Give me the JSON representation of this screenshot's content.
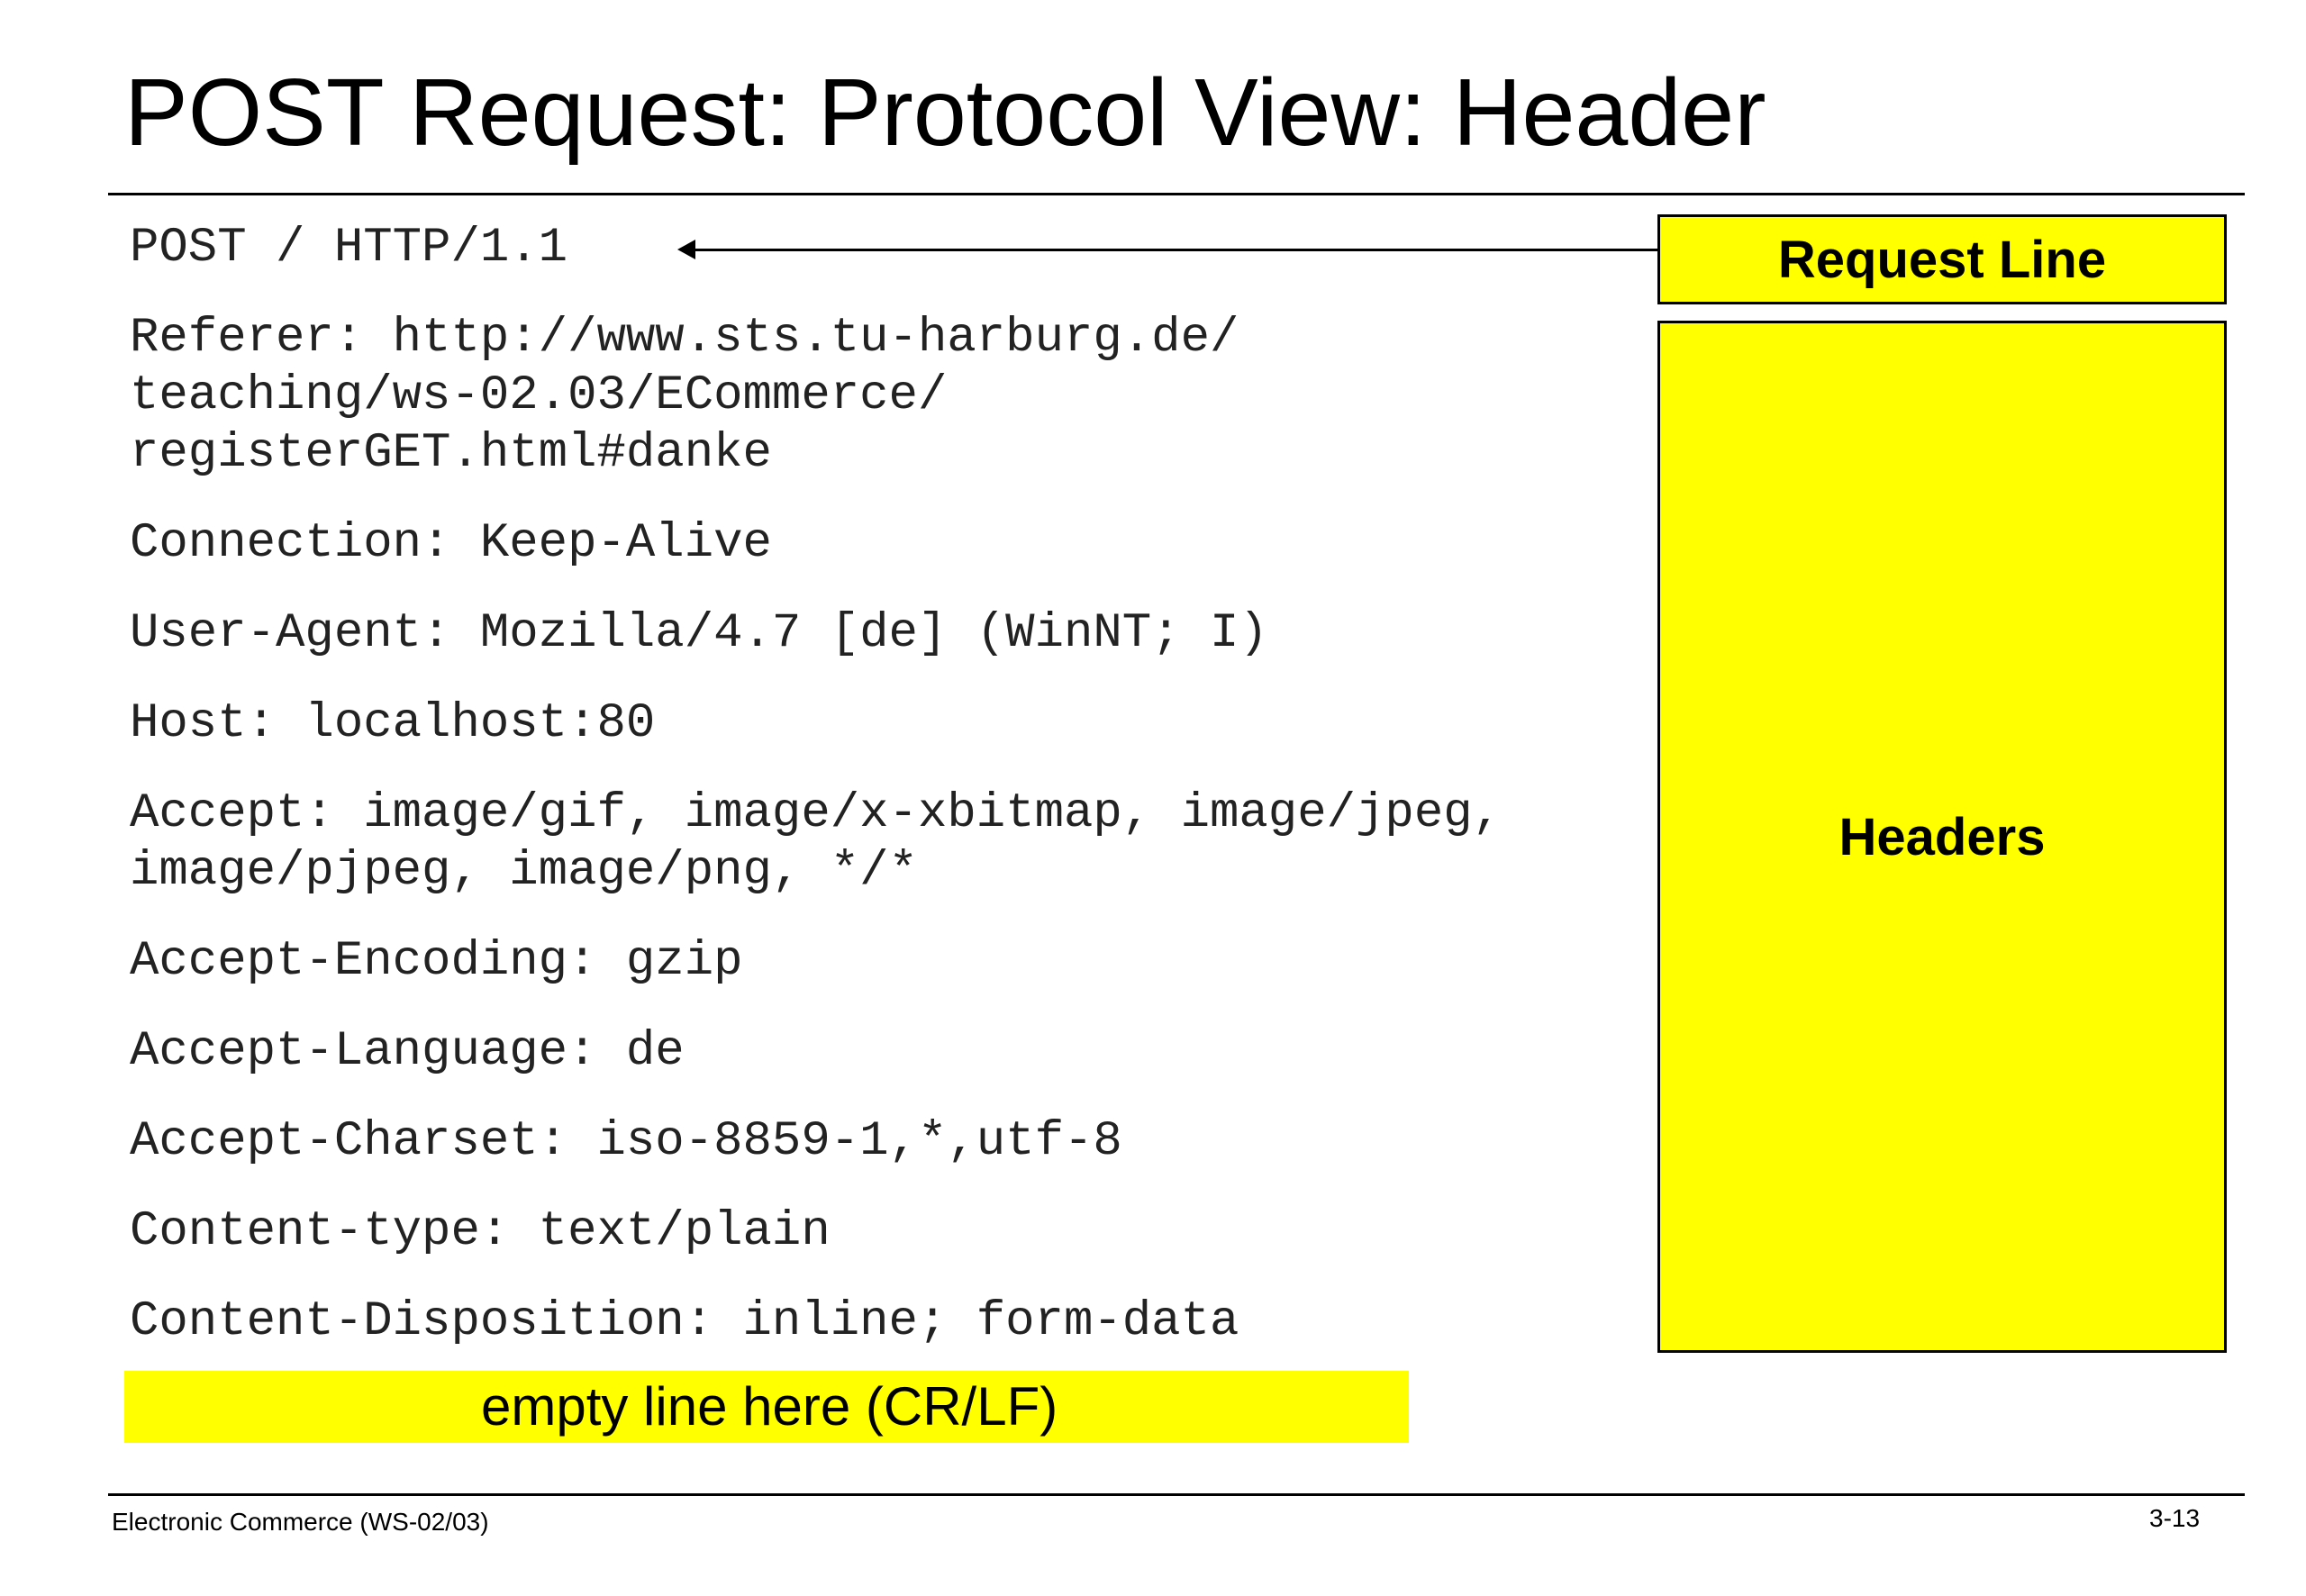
{
  "slide": {
    "title": "POST Request: Protocol View: Header"
  },
  "request": {
    "request_line": "POST / HTTP/1.1",
    "headers": [
      "Referer: http://www.sts.tu-harburg.de/",
      "teaching/ws-02.03/ECommerce/",
      "registerGET.html#danke",
      "Connection: Keep-Alive",
      "User-Agent: Mozilla/4.7 [de] (WinNT; I)",
      "Host: localhost:80",
      "Accept: image/gif, image/x-xbitmap, image/jpeg,",
      "image/pjpeg, image/png, */*",
      "Accept-Encoding: gzip",
      "Accept-Language: de",
      "Accept-Charset: iso-8859-1,*,utf-8",
      "Content-type: text/plain",
      "Content-Disposition: inline; form-data"
    ],
    "empty_line_note": "empty line here (CR/LF)"
  },
  "labels": {
    "request_line": "Request Line",
    "headers": "Headers"
  },
  "footer": {
    "course": "Electronic Commerce (WS-02/03)",
    "page": "3-13"
  },
  "colors": {
    "highlight": "#ffff00",
    "text": "#222222",
    "rule": "#000000"
  }
}
